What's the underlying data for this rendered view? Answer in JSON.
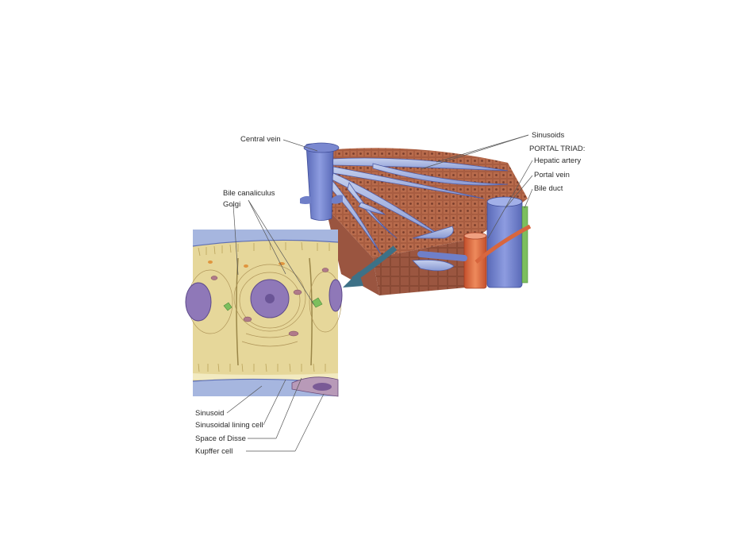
{
  "labels": {
    "central_vein": "Central vein",
    "sinusoids": "Sinusoids",
    "portal_triad": "PORTAL TRIAD:",
    "hepatic_artery": "Hepatic artery",
    "portal_vein": "Portal vein",
    "bile_duct": "Bile duct",
    "bile_canaliculus": "Bile canaliculus",
    "golgi": "Golgi",
    "sinusoid": "Sinusoid",
    "sinusoidal_lining_cell": "Sinusoidal lining cell",
    "space_of_disse": "Space of Disse",
    "kupffer_cell": "Kupffer cell"
  },
  "colors": {
    "vein_blue": "#6f7fc8",
    "artery_red": "#d8663e",
    "bile_green": "#7cbf5e",
    "hepatocyte_brown": "#a0583e",
    "cytoplasm_yellow": "#e9dca0",
    "nucleus_purple": "#8f78b8",
    "arrow_teal": "#3d7187"
  }
}
